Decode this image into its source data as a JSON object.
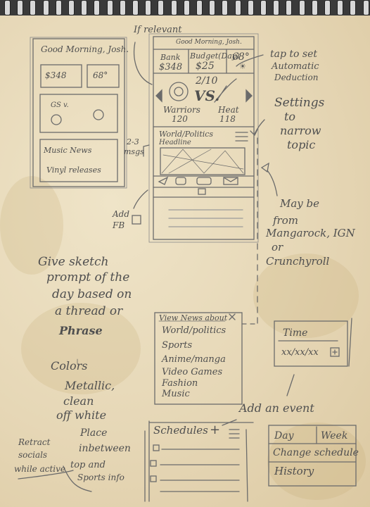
{
  "wireframe_left": {
    "greeting": "Good Morning, Josh.",
    "bank": "$348",
    "temp": "68°",
    "game": "GS  v.",
    "news_line1": "Music News",
    "news_line2": "Vinyl releases"
  },
  "phone": {
    "greeting": "Good Morning, Josh.",
    "bank_label": "Bank",
    "bank_value": "$348",
    "budget_label": "Budget(Day)",
    "budget_value": "$25",
    "temp": "68°",
    "date": "2/10",
    "vs": "VS.",
    "team1": "Warriors",
    "team1_score": "120",
    "team2": "Heat",
    "team2_score": "118",
    "news_title": "World/Politics",
    "news_sub": "Headline"
  },
  "notes": {
    "if_relevant": "If relevant",
    "tap_to_set": [
      "tap to set",
      "Automatic",
      "Deduction"
    ],
    "settings": [
      "Settings",
      "to",
      "narrow",
      "topic"
    ],
    "two_three": [
      "2-3",
      "msgs"
    ],
    "maybe_from": [
      "May be",
      "from",
      "Mangarock, IGN",
      "or",
      "Crunchyroll"
    ],
    "add_fb": [
      "Add",
      "FB"
    ],
    "sketch_prompt": [
      "Give sketch",
      "prompt of the",
      "day based on",
      "a thread or",
      "Phrase"
    ],
    "colors": [
      "Colors",
      "Metallic,",
      "clean",
      "off white"
    ],
    "place": [
      "Place",
      "inbetween",
      "top and",
      "Sports info"
    ],
    "retract": [
      "Retract",
      "socials",
      "while active"
    ],
    "add_event": "Add an event"
  },
  "topics_menu": {
    "title": "View News about",
    "items": [
      "World/politics",
      "Sports",
      "Anime/manga",
      "Video Games",
      "Fashion",
      "Music"
    ]
  },
  "time_box": {
    "label": "Time",
    "value": "xx/xx/xx"
  },
  "schedules": {
    "title": "Schedules",
    "plus": "+"
  },
  "schedule_menu": {
    "tab_day": "Day",
    "tab_week": "Week",
    "items": [
      "Change schedule",
      "History"
    ]
  }
}
